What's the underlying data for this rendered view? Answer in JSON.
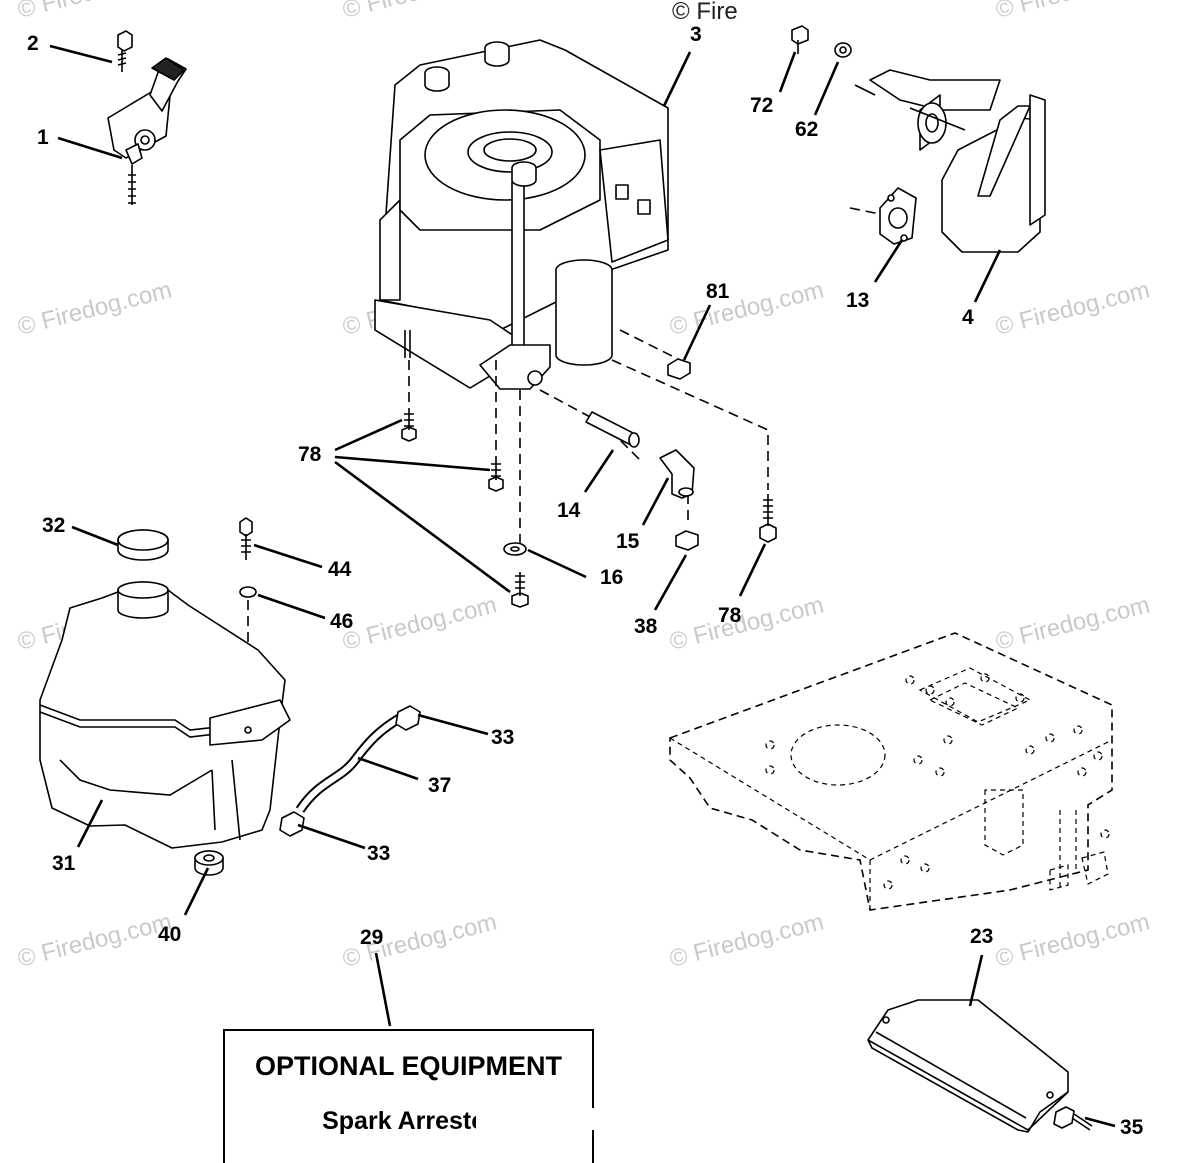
{
  "watermark": {
    "text": "© Firedog.com",
    "top_text": "© Fire"
  },
  "callouts": {
    "c1": "1",
    "c2": "2",
    "c3": "3",
    "c4": "4",
    "c13": "13",
    "c14": "14",
    "c15": "15",
    "c16": "16",
    "c23": "23",
    "c29": "29",
    "c31": "31",
    "c32": "32",
    "c33a": "33",
    "c33b": "33",
    "c35": "35",
    "c37": "37",
    "c38": "38",
    "c40": "40",
    "c44": "44",
    "c46": "46",
    "c62": "62",
    "c72": "72",
    "c78a": "78",
    "c78b": "78",
    "c81": "81"
  },
  "note": {
    "title": "OPTIONAL EQUIPMENT",
    "subtitle": "Spark Arrester"
  }
}
